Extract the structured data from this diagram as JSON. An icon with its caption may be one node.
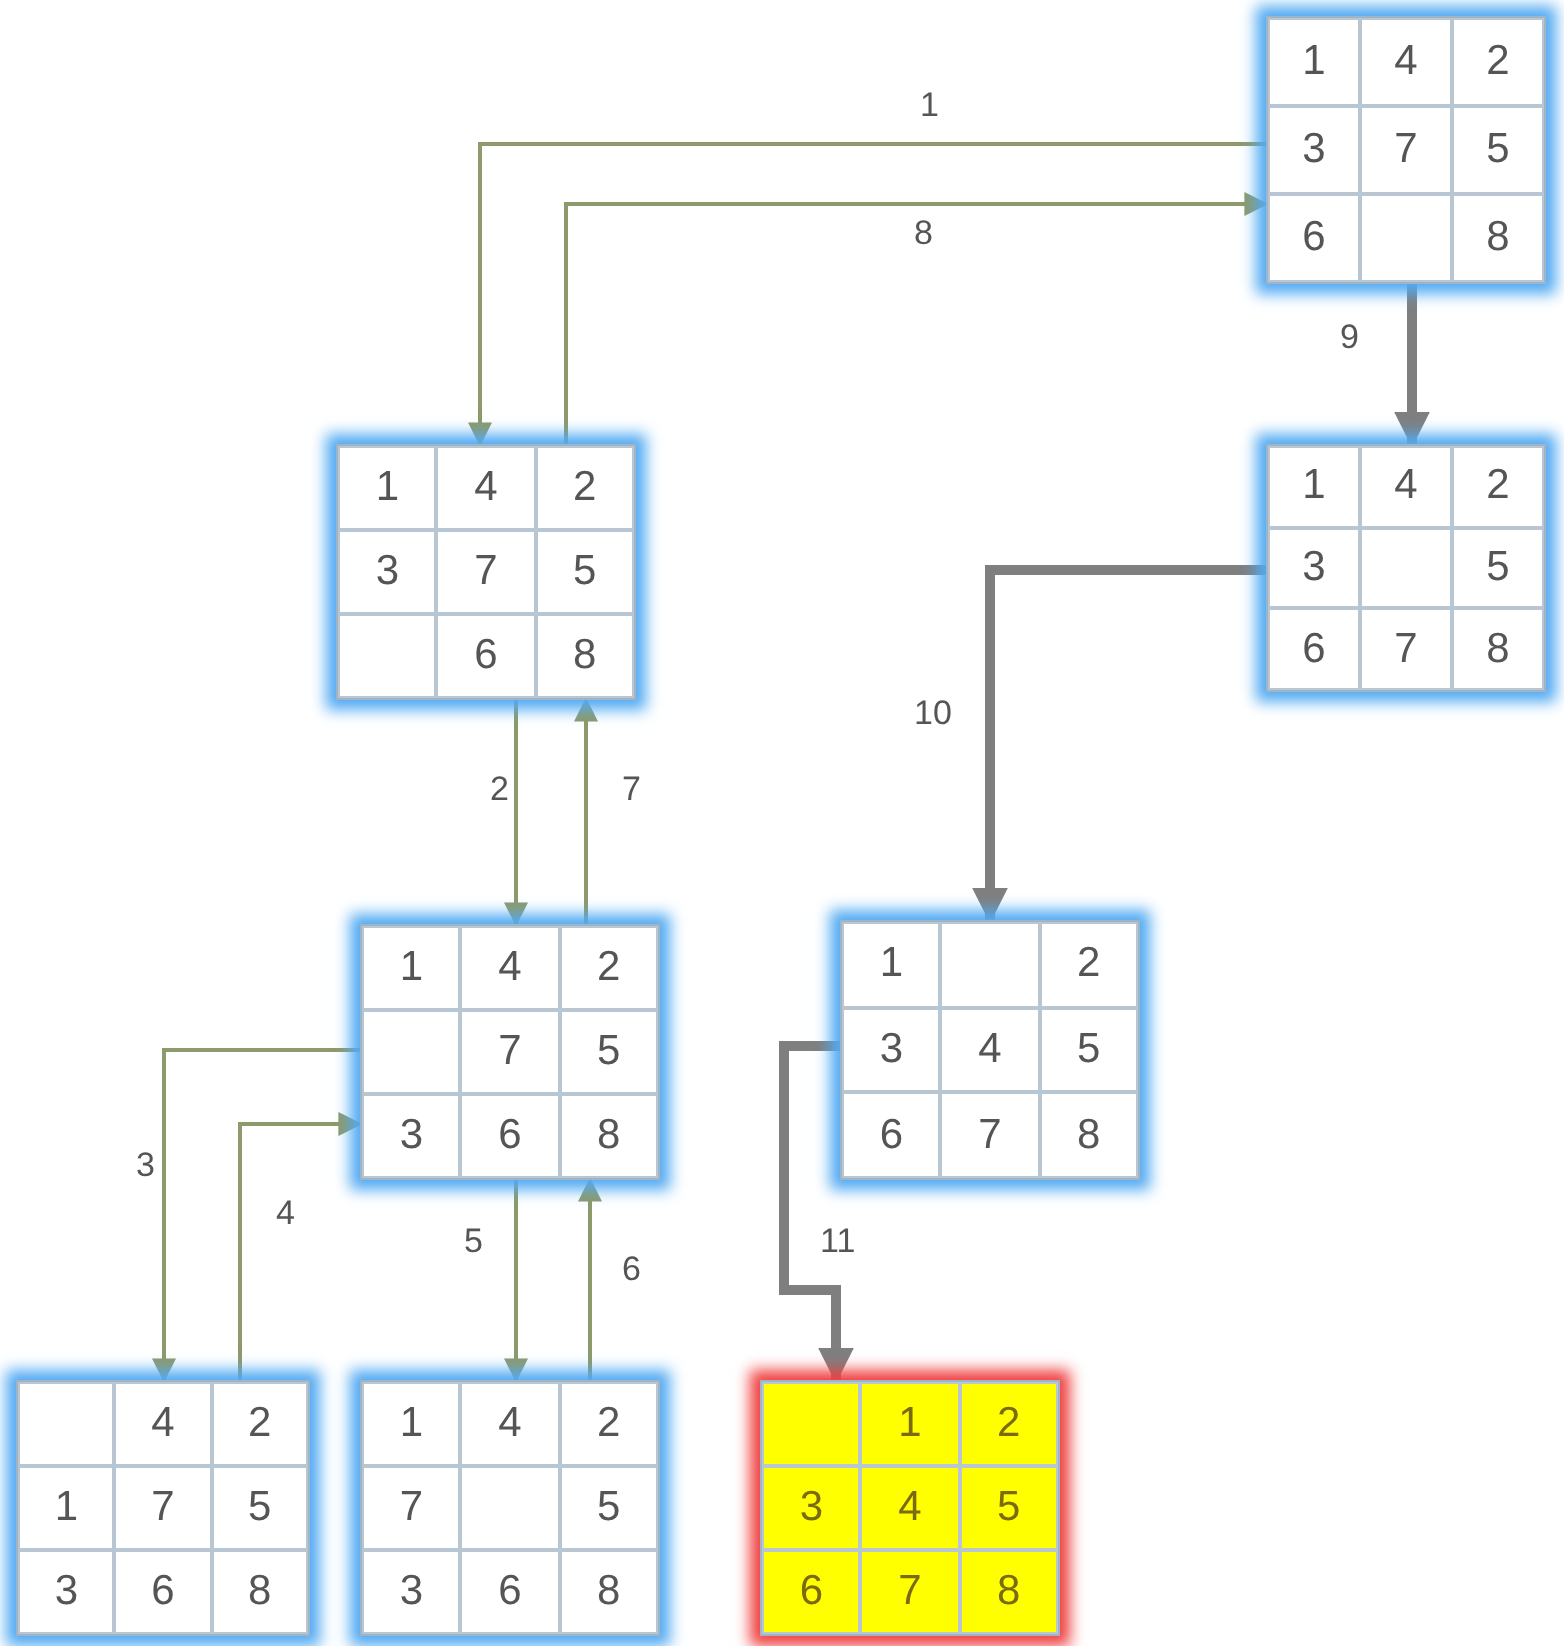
{
  "diagram": {
    "nodes": [
      {
        "text": [],
        "shape": "box"
      },
      {
        "text": [
          "1"
        ],
        "in": 0
      },
      {
        "text": [
          "4"
        ],
        "in": 0
      },
      {
        "text": [
          "2"
        ],
        "in": 0
      },
      {
        "text": [
          "3"
        ],
        "in": 0
      },
      {
        "text": [
          "7"
        ],
        "in": 0
      },
      {
        "text": [
          "5"
        ],
        "in": 0
      },
      {
        "text": [
          "6"
        ],
        "in": 0
      },
      {
        "text": [],
        "shape": "box",
        "in": 0
      },
      {
        "text": [
          "8"
        ],
        "in": 0
      },
      {
        "text": [],
        "shape": "box"
      },
      {
        "text": [
          "1"
        ],
        "in": 10
      },
      {
        "text": [
          "4"
        ],
        "in": 10
      },
      {
        "text": [
          "2"
        ],
        "in": 10
      },
      {
        "text": [
          "3"
        ],
        "in": 10
      },
      {
        "text": [
          "7"
        ],
        "in": 10
      },
      {
        "text": [
          "5"
        ],
        "in": 10
      },
      {
        "text": [],
        "shape": "box",
        "in": 10
      },
      {
        "text": [
          "6"
        ],
        "in": 10
      },
      {
        "text": [
          "8"
        ],
        "in": 10
      },
      {
        "text": [],
        "shape": "box"
      },
      {
        "text": [
          "1"
        ],
        "in": 20
      },
      {
        "text": [
          "4"
        ],
        "in": 20
      },
      {
        "text": [
          "2"
        ],
        "in": 20
      },
      {
        "text": [
          "3"
        ],
        "in": 20
      },
      {
        "text": [],
        "shape": "box",
        "in": 20
      },
      {
        "text": [
          "5"
        ],
        "in": 20
      },
      {
        "text": [
          "6"
        ],
        "in": 20
      },
      {
        "text": [
          "7"
        ],
        "in": 20
      },
      {
        "text": [
          "8"
        ],
        "in": 20
      },
      {
        "text": [],
        "shape": "box"
      },
      {
        "text": [
          "1"
        ],
        "in": 30
      },
      {
        "text": [
          "4"
        ],
        "in": 30
      },
      {
        "text": [
          "2"
        ],
        "in": 30
      },
      {
        "text": [],
        "shape": "box",
        "in": 30
      },
      {
        "text": [
          "7"
        ],
        "in": 30
      },
      {
        "text": [
          "5"
        ],
        "in": 30
      },
      {
        "text": [
          "3"
        ],
        "in": 30
      },
      {
        "text": [
          "6"
        ],
        "in": 30
      },
      {
        "text": [
          "8"
        ],
        "in": 30
      },
      {
        "text": [],
        "shape": "box"
      },
      {
        "text": [
          "1"
        ],
        "in": 40
      },
      {
        "text": [],
        "shape": "box",
        "in": 40
      },
      {
        "text": [
          "2"
        ],
        "in": 40
      },
      {
        "text": [
          "3"
        ],
        "in": 40
      },
      {
        "text": [
          "4"
        ],
        "in": 40
      },
      {
        "text": [
          "5"
        ],
        "in": 40
      },
      {
        "text": [
          "6"
        ],
        "in": 40
      },
      {
        "text": [
          "7"
        ],
        "in": 40
      },
      {
        "text": [
          "8"
        ],
        "in": 40
      },
      {
        "text": [],
        "shape": "box"
      },
      {
        "text": [],
        "shape": "box",
        "in": 50
      },
      {
        "text": [
          "4"
        ],
        "in": 50
      },
      {
        "text": [
          "2"
        ],
        "in": 50
      },
      {
        "text": [
          "1"
        ],
        "in": 50
      },
      {
        "text": [
          "7"
        ],
        "in": 50
      },
      {
        "text": [
          "5"
        ],
        "in": 50
      },
      {
        "text": [
          "3"
        ],
        "in": 50
      },
      {
        "text": [
          "6"
        ],
        "in": 50
      },
      {
        "text": [
          "8"
        ],
        "in": 50
      },
      {
        "text": [],
        "shape": "box"
      },
      {
        "text": [
          "1"
        ],
        "in": 60
      },
      {
        "text": [
          "4"
        ],
        "in": 60
      },
      {
        "text": [
          "2"
        ],
        "in": 60
      },
      {
        "text": [
          "7"
        ],
        "in": 60
      },
      {
        "text": [],
        "shape": "box",
        "in": 60
      },
      {
        "text": [
          "5"
        ],
        "in": 60
      },
      {
        "text": [
          "3"
        ],
        "in": 60
      },
      {
        "text": [
          "6"
        ],
        "in": 60
      },
      {
        "text": [
          "8"
        ],
        "in": 60
      },
      {
        "text": [],
        "shape": "box"
      },
      {
        "text": [],
        "shape": "box",
        "in": 70
      },
      {
        "text": [
          "1"
        ],
        "in": 70
      },
      {
        "text": [
          "2"
        ],
        "in": 70
      },
      {
        "text": [
          "3"
        ],
        "in": 70
      },
      {
        "text": [
          "4"
        ],
        "in": 70
      },
      {
        "text": [
          "5"
        ],
        "in": 70
      },
      {
        "text": [
          "6"
        ],
        "in": 70
      },
      {
        "text": [
          "7"
        ],
        "in": 70
      },
      {
        "text": [
          "8"
        ],
        "in": 70
      }
    ],
    "edges": [
      {
        "from": 0,
        "to": 10,
        "arrow": "to",
        "label": "1"
      },
      {
        "from": 10,
        "to": 30,
        "arrow": "to",
        "label": "2"
      },
      {
        "from": 30,
        "to": 50,
        "arrow": "to",
        "label": "3"
      },
      {
        "from": 50,
        "to": 30,
        "arrow": "to",
        "label": "4"
      },
      {
        "from": 30,
        "to": 60,
        "arrow": "to",
        "label": "5"
      },
      {
        "from": 60,
        "to": 30,
        "arrow": "to",
        "label": "6"
      },
      {
        "from": 30,
        "to": 10,
        "arrow": "to",
        "label": "7"
      },
      {
        "from": 10,
        "to": 0,
        "arrow": "to",
        "label": "8"
      },
      {
        "from": 0,
        "to": 20,
        "arrow": "to",
        "label": "9",
        "style": "thick",
        "color": "#7f7f7f"
      },
      {
        "from": 20,
        "to": 40,
        "arrow": "to",
        "label": "10",
        "style": "thick",
        "color": "#7f7f7f"
      },
      {
        "from": 40,
        "to": 70,
        "arrow": "to",
        "label": "11",
        "style": "thick",
        "color": "#7f7f7f"
      }
    ]
  }
}
